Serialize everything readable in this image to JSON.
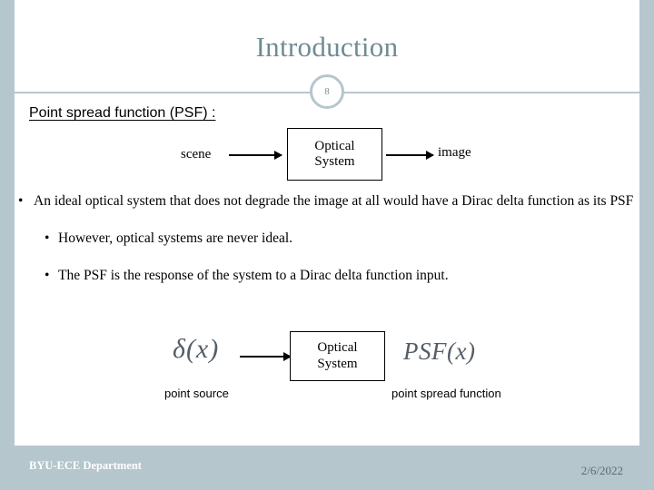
{
  "slide": {
    "title": "Introduction",
    "page_number": "8",
    "section_heading": "Point spread function (PSF) :",
    "diagram_top": {
      "input_label": "scene",
      "box_line1": "Optical",
      "box_line2": "System",
      "output_label": "image"
    },
    "bullets": [
      "An ideal optical system that does not degrade the image at all would have a Dirac delta function as its PSF",
      "However, optical systems are never ideal.",
      "The PSF is the response of the system to a Dirac delta function input."
    ],
    "bullet_marker": "•",
    "diagram_bottom": {
      "input_formula": "δ(x)",
      "box_line1": "Optical",
      "box_line2": "System",
      "output_formula": "PSF(x)",
      "input_caption": "point source",
      "output_caption": "point spread function"
    },
    "footer": {
      "left": "BYU-ECE Department",
      "right": "2/6/2022"
    },
    "colors": {
      "accent": "#b6c6cd",
      "title": "#6f8b92",
      "formula": "#555e66"
    }
  }
}
